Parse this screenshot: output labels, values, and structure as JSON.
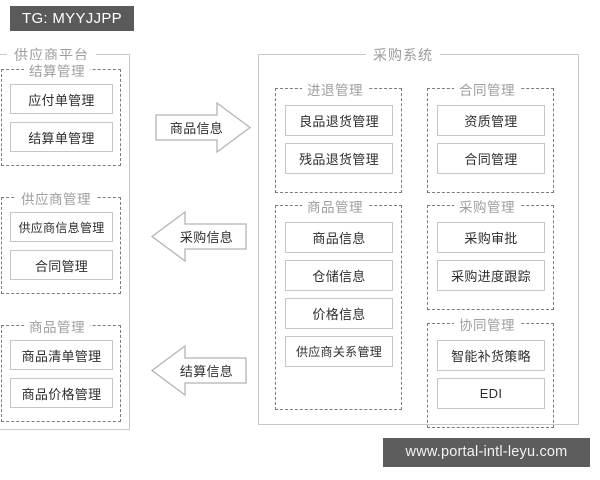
{
  "badge": {
    "text": "TG: MYYJJPP"
  },
  "watermark": {
    "text": "www.portal-intl-leyu.com"
  },
  "colors": {
    "badge_bg": "#5a5a5a",
    "watermark_bg": "#5d5d5d",
    "panel_border": "#c8c8c8",
    "group_border": "#7c7c7c",
    "item_border": "#c5c5c5",
    "title_text": "#9b9b9b",
    "item_text": "#2e2e2e"
  },
  "left_panel": {
    "title": "供应商平台",
    "groups": [
      {
        "title": "结算管理",
        "items": [
          {
            "label": "应付单管理"
          },
          {
            "label": "结算单管理"
          }
        ]
      },
      {
        "title": "供应商管理",
        "items": [
          {
            "label": "供应商信息管理"
          },
          {
            "label": "合同管理"
          }
        ]
      },
      {
        "title": "商品管理",
        "items": [
          {
            "label": "商品清单管理"
          },
          {
            "label": "商品价格管理"
          }
        ]
      }
    ]
  },
  "arrows": [
    {
      "label": "商品信息",
      "direction": "right"
    },
    {
      "label": "采购信息",
      "direction": "left"
    },
    {
      "label": "结算信息",
      "direction": "left"
    }
  ],
  "right_panel": {
    "title": "采购系统",
    "groups": [
      {
        "title": "进退管理",
        "items": [
          {
            "label": "良品退货管理"
          },
          {
            "label": "残品退货管理"
          }
        ]
      },
      {
        "title": "合同管理",
        "items": [
          {
            "label": "资质管理"
          },
          {
            "label": "合同管理"
          }
        ]
      },
      {
        "title": "商品管理",
        "items": [
          {
            "label": "商品信息"
          },
          {
            "label": "仓储信息"
          },
          {
            "label": "价格信息"
          },
          {
            "label": "供应商关系管理"
          }
        ]
      },
      {
        "title": "采购管理",
        "items": [
          {
            "label": "采购审批"
          },
          {
            "label": "采购进度跟踪"
          }
        ]
      },
      {
        "title": "协同管理",
        "items": [
          {
            "label": "智能补货策略"
          },
          {
            "label": "EDI"
          }
        ]
      }
    ]
  }
}
